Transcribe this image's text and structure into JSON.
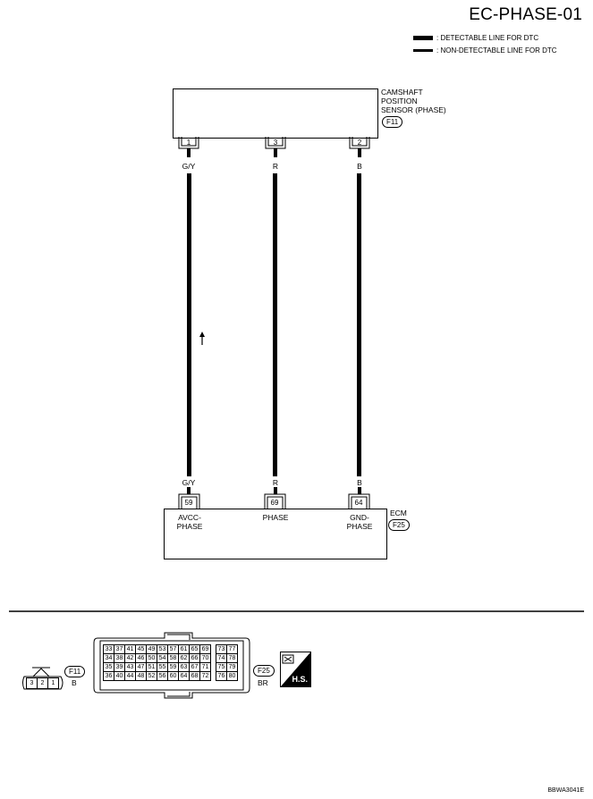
{
  "title": "EC-PHASE-01",
  "legend": {
    "detectable": ": DETECTABLE LINE FOR DTC",
    "non_detectable": ": NON-DETECTABLE LINE FOR DTC"
  },
  "sensor": {
    "name_line1": "CAMSHAFT",
    "name_line2": "POSITION",
    "name_line3": "SENSOR (PHASE)",
    "connector": "F11",
    "pins": [
      "1",
      "3",
      "2"
    ],
    "wire_colors": [
      "G/Y",
      "R",
      "B"
    ]
  },
  "ecm": {
    "name": "ECM",
    "connector": "F25",
    "pins": [
      "59",
      "69",
      "64"
    ],
    "wire_colors": [
      "G/Y",
      "R",
      "B"
    ],
    "terminal_labels": [
      {
        "line1": "AVCC-",
        "line2": "PHASE"
      },
      {
        "line1": "PHASE",
        "line2": ""
      },
      {
        "line1": "GND-",
        "line2": "PHASE"
      }
    ]
  },
  "connectors_view": {
    "f11": {
      "code": "F11",
      "color": "B",
      "pins": [
        "3",
        "2",
        "1"
      ]
    },
    "f25": {
      "code": "F25",
      "color": "BR",
      "rows": [
        [
          "33",
          "37",
          "41",
          "45",
          "49",
          "53",
          "57",
          "61",
          "65",
          "69",
          "",
          "73",
          "77"
        ],
        [
          "34",
          "38",
          "42",
          "46",
          "50",
          "54",
          "58",
          "62",
          "66",
          "70",
          "",
          "74",
          "78"
        ],
        [
          "35",
          "39",
          "43",
          "47",
          "51",
          "55",
          "59",
          "63",
          "67",
          "71",
          "",
          "75",
          "79"
        ],
        [
          "36",
          "40",
          "44",
          "48",
          "52",
          "56",
          "60",
          "64",
          "68",
          "72",
          "",
          "76",
          "80"
        ]
      ]
    },
    "hs_label": "H.S."
  },
  "figure_code": "BBWA3041E"
}
